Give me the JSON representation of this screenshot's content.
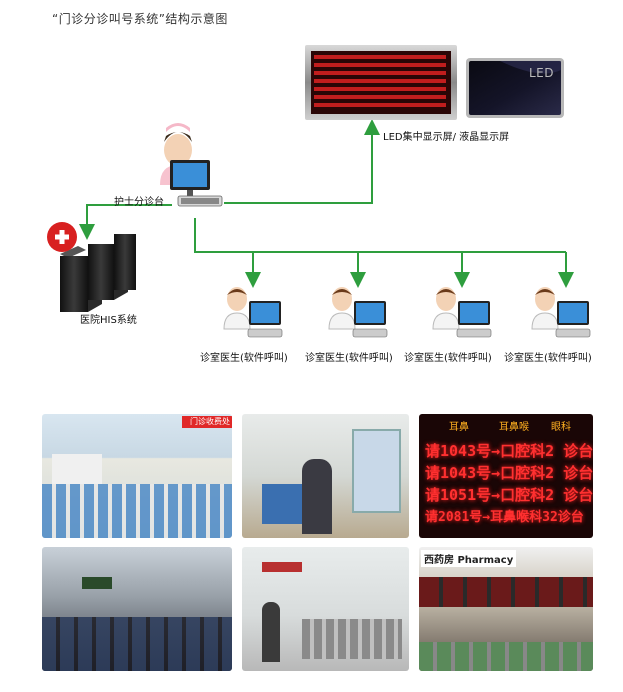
{
  "title": "“门诊分诊叫号系统”结构示意图",
  "labels": {
    "led_display": "LED集中显示屏/ 液晶显示屏",
    "led_brand": "LED",
    "nurse_station": "护士分诊台",
    "his_system": "医院HIS系统",
    "doctor_1": "诊室医生(软件呼叫)",
    "doctor_2": "诊室医生(软件呼叫)",
    "doctor_3": "诊室医生(软件呼叫)",
    "doctor_4": "诊室医生(软件呼叫)"
  },
  "photo3_board": {
    "headers": [
      "耳鼻",
      "耳鼻喉",
      "眼科"
    ],
    "rows": [
      "请1043号→口腔科2 诊台",
      "请1043号→口腔科2 诊台",
      "请1051号→口腔科2 诊台",
      "请2081号→耳鼻喉科32诊台"
    ]
  },
  "photo1_sign": "门诊收费处",
  "photo6_sign": "西药房 Pharmacy",
  "colors": {
    "connector": "#2e9e3e",
    "led_red": "#ff3030",
    "led_bg": "#1a0606"
  }
}
